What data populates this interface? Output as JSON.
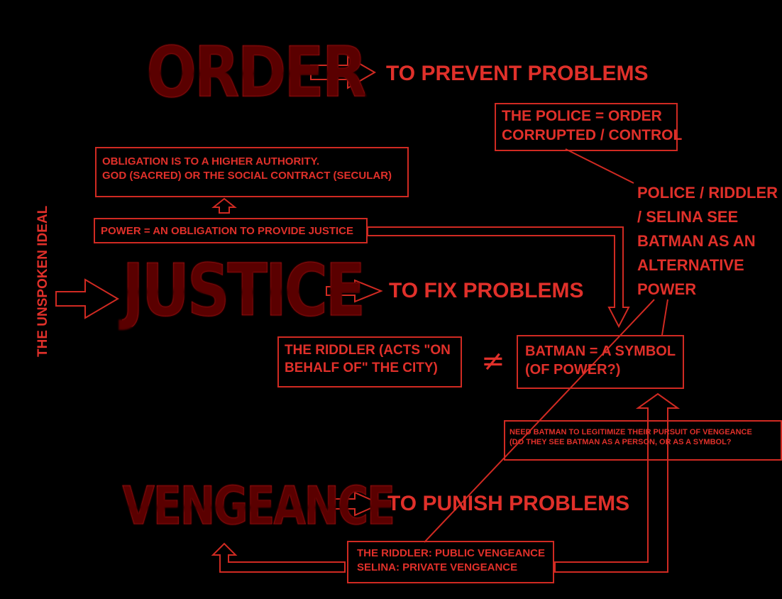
{
  "titles": {
    "order": "ORDER",
    "justice": "JUSTICE",
    "vengeance": "VENGEANCE"
  },
  "outcomes": {
    "order": "TO PREVENT PROBLEMS",
    "justice": "TO FIX PROBLEMS",
    "vengeance": "TO PUNISH PROBLEMS"
  },
  "side_label": "THE UNSPOKEN IDEAL",
  "boxes": {
    "police": [
      "THE POLICE = ORDER",
      "CORRUPTED / CONTROL"
    ],
    "obligation": [
      "OBLIGATION IS TO A HIGHER AUTHORITY.",
      "GOD (SACRED) OR THE SOCIAL CONTRACT (SECULAR)"
    ],
    "power": "POWER = AN OBLIGATION TO PROVIDE JUSTICE",
    "riddler": [
      "THE RIDDLER (ACTS \"ON",
      "BEHALF OF\" THE CITY)"
    ],
    "batman": [
      "BATMAN = A SYMBOL",
      "(OF POWER?)"
    ],
    "need": [
      "NEED BATMAN TO LEGITIMIZE THEIR PURSUIT OF VENGEANCE",
      "(DO THEY SEE BATMAN AS A PERSON, OR AS A SYMBOL?"
    ],
    "vengeance_types": [
      "THE RIDDLER: PUBLIC VENGEANCE",
      "SELINA: PRIVATE VENGEANCE"
    ]
  },
  "see_batman": [
    "POLICE / RIDDLER",
    "/ SELINA SEE",
    "BATMAN AS AN",
    "ALTERNATIVE",
    "POWER"
  ],
  "not_equal": "≠",
  "colors": {
    "accent": "#e0302a",
    "line": "#d02a22",
    "background": "#000000"
  }
}
